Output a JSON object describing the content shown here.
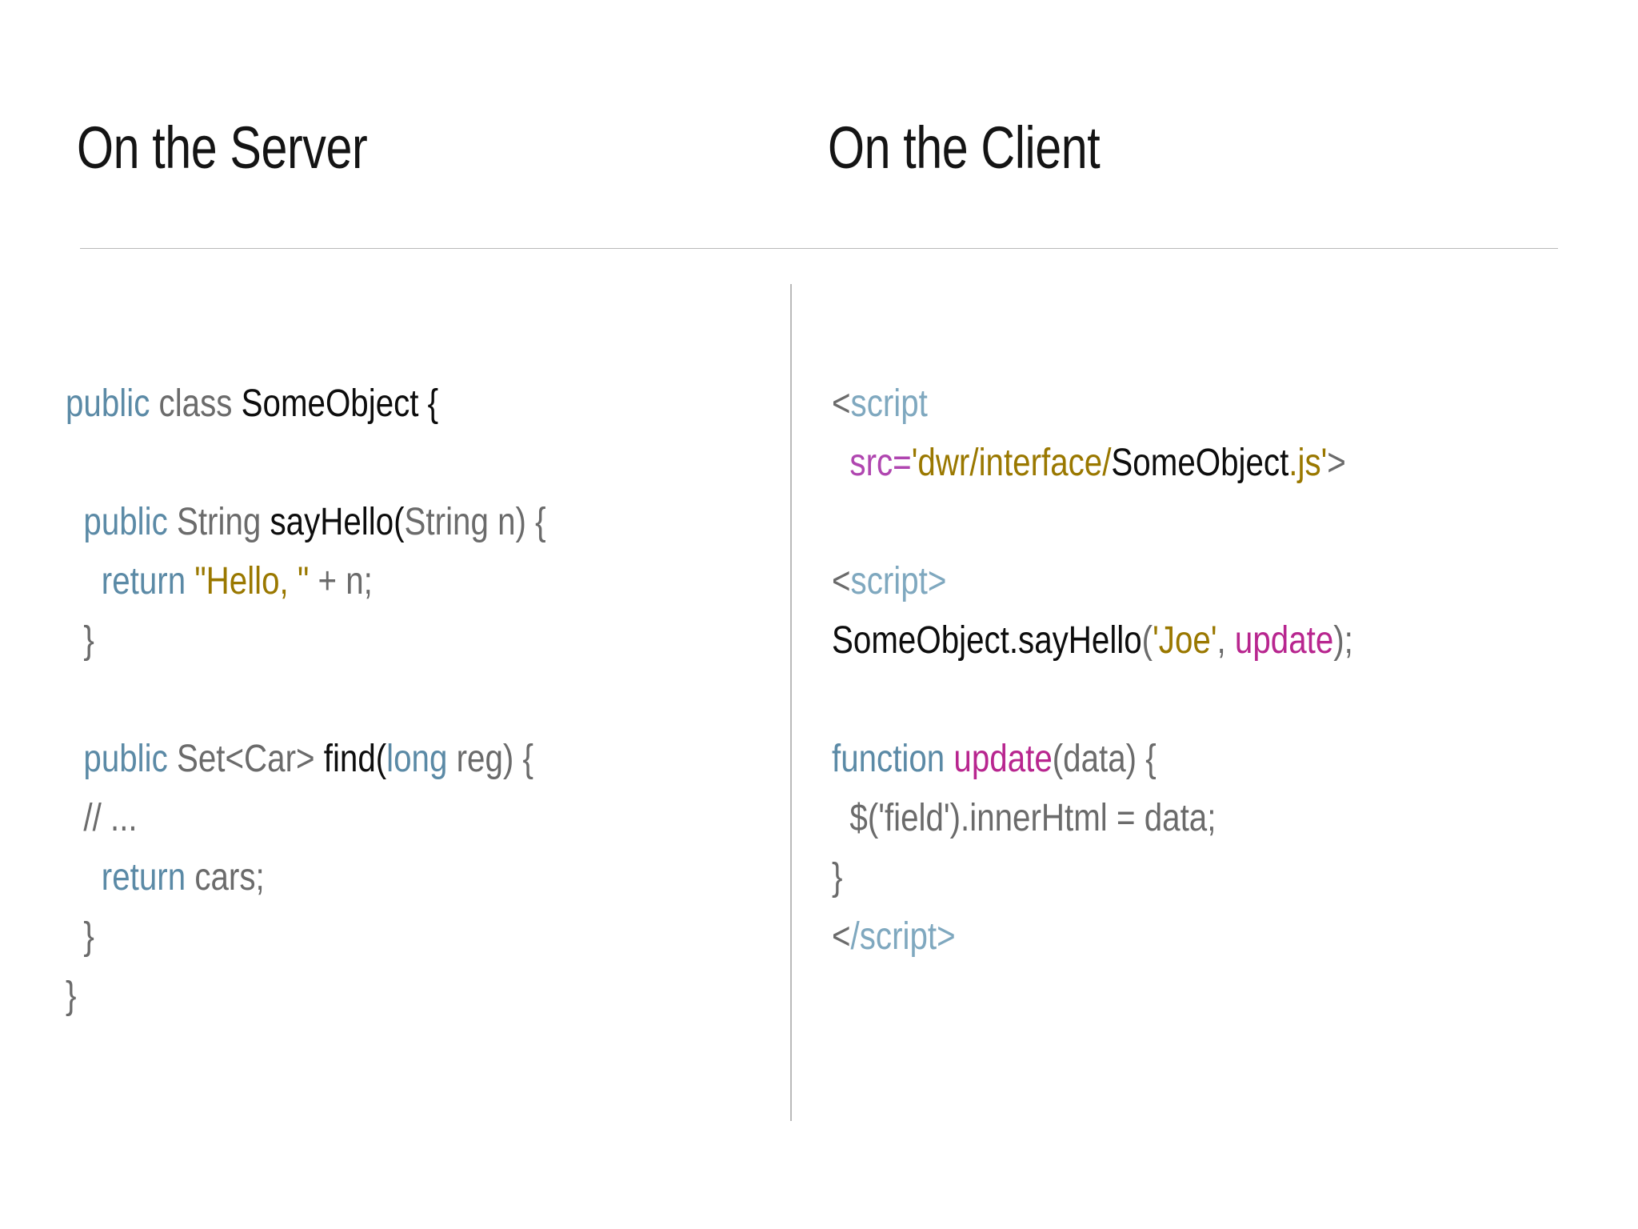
{
  "slide": {
    "background": "#ffffff",
    "rule_color": "#b9b9b9",
    "divider_color": "#b9b9b9"
  },
  "headings": {
    "server": "On the Server",
    "client": "On the Client"
  },
  "palette": {
    "keyword": "#5b8aa6",
    "type": "#6b6b6b",
    "identifier": "#0d0d0d",
    "string": "#9a7800",
    "attribute": "#b046b0",
    "function": "#b8268f",
    "tag": "#7fa8bf",
    "punctuation": "#6b6b6b"
  },
  "server_code": {
    "language": "java",
    "plain_text": "public class SomeObject {\n\n  public String sayHello(String n) {\n    return \"Hello, \" + n;\n  }\n\n  public Set<Car> find(long reg) {\n  // ...\n    return cars;\n  }\n}",
    "lines": [
      {
        "id": "l1",
        "tokens": [
          {
            "t": "public",
            "c": "kw"
          },
          {
            "t": " class ",
            "c": "type"
          },
          {
            "t": "SomeObject {",
            "c": "id"
          }
        ]
      },
      {
        "id": "l2",
        "tokens": []
      },
      {
        "id": "l3",
        "tokens": [
          {
            "t": "  ",
            "c": "punct"
          },
          {
            "t": "public",
            "c": "kw"
          },
          {
            "t": " String ",
            "c": "type"
          },
          {
            "t": "sayHello",
            "c": "id"
          },
          {
            "t": "(",
            "c": "id"
          },
          {
            "t": "String n",
            "c": "type"
          },
          {
            "t": ") {",
            "c": "type"
          }
        ]
      },
      {
        "id": "l4",
        "tokens": [
          {
            "t": "    ",
            "c": "punct"
          },
          {
            "t": "return",
            "c": "kw"
          },
          {
            "t": " ",
            "c": "punct"
          },
          {
            "t": "\"Hello, \"",
            "c": "str"
          },
          {
            "t": " + n;",
            "c": "type"
          }
        ]
      },
      {
        "id": "l5",
        "tokens": [
          {
            "t": "  }",
            "c": "punct"
          }
        ]
      },
      {
        "id": "l6",
        "tokens": []
      },
      {
        "id": "l7",
        "tokens": [
          {
            "t": "  ",
            "c": "punct"
          },
          {
            "t": "public",
            "c": "kw"
          },
          {
            "t": " Set<Car> ",
            "c": "type"
          },
          {
            "t": "find",
            "c": "id"
          },
          {
            "t": "(",
            "c": "id"
          },
          {
            "t": "long",
            "c": "kw"
          },
          {
            "t": " reg",
            "c": "type"
          },
          {
            "t": ") {",
            "c": "type"
          }
        ]
      },
      {
        "id": "l8",
        "tokens": [
          {
            "t": "  // ...",
            "c": "cmt"
          }
        ]
      },
      {
        "id": "l9",
        "tokens": [
          {
            "t": "    ",
            "c": "punct"
          },
          {
            "t": "return",
            "c": "kw"
          },
          {
            "t": " cars;",
            "c": "type"
          }
        ]
      },
      {
        "id": "l10",
        "tokens": [
          {
            "t": "  }",
            "c": "punct"
          }
        ]
      },
      {
        "id": "l11",
        "tokens": [
          {
            "t": "}",
            "c": "punct"
          }
        ]
      }
    ]
  },
  "client_code": {
    "language": "html-javascript",
    "plain_text": "<script\n  src='dwr/interface/SomeObject.js'>\n\n<script>\nSomeObject.sayHello('Joe', update);\n\nfunction update(data) {\n  $('field').innerHtml = data;\n}\n</script>",
    "lines": [
      {
        "id": "c1",
        "tokens": [
          {
            "t": "<",
            "c": "angle"
          },
          {
            "t": "script",
            "c": "tagb"
          }
        ]
      },
      {
        "id": "c2",
        "tokens": [
          {
            "t": "  ",
            "c": "punct"
          },
          {
            "t": "src",
            "c": "attr"
          },
          {
            "t": "=",
            "c": "attr"
          },
          {
            "t": "'dwr/interface/",
            "c": "str"
          },
          {
            "t": "SomeObject",
            "c": "id"
          },
          {
            "t": ".js'",
            "c": "str"
          },
          {
            "t": ">",
            "c": "angle"
          }
        ]
      },
      {
        "id": "c3",
        "tokens": []
      },
      {
        "id": "c4",
        "tokens": [
          {
            "t": "<",
            "c": "angle"
          },
          {
            "t": "script>",
            "c": "tagb"
          }
        ]
      },
      {
        "id": "c5",
        "tokens": [
          {
            "t": "SomeObject.sayHello",
            "c": "id"
          },
          {
            "t": "(",
            "c": "punct"
          },
          {
            "t": "'Joe'",
            "c": "str"
          },
          {
            "t": ", ",
            "c": "punct"
          },
          {
            "t": "update",
            "c": "fn"
          },
          {
            "t": ");",
            "c": "punct"
          }
        ]
      },
      {
        "id": "c6",
        "tokens": []
      },
      {
        "id": "c7",
        "tokens": [
          {
            "t": "function",
            "c": "kw"
          },
          {
            "t": " ",
            "c": "punct"
          },
          {
            "t": "update",
            "c": "fn"
          },
          {
            "t": "(data) {",
            "c": "punct"
          }
        ]
      },
      {
        "id": "c8",
        "tokens": [
          {
            "t": "  $('field').innerHtml = data;",
            "c": "punct"
          }
        ]
      },
      {
        "id": "c9",
        "tokens": [
          {
            "t": "}",
            "c": "punct"
          }
        ]
      },
      {
        "id": "c10",
        "tokens": [
          {
            "t": "<",
            "c": "angle"
          },
          {
            "t": "/script>",
            "c": "tagb"
          }
        ]
      }
    ]
  }
}
